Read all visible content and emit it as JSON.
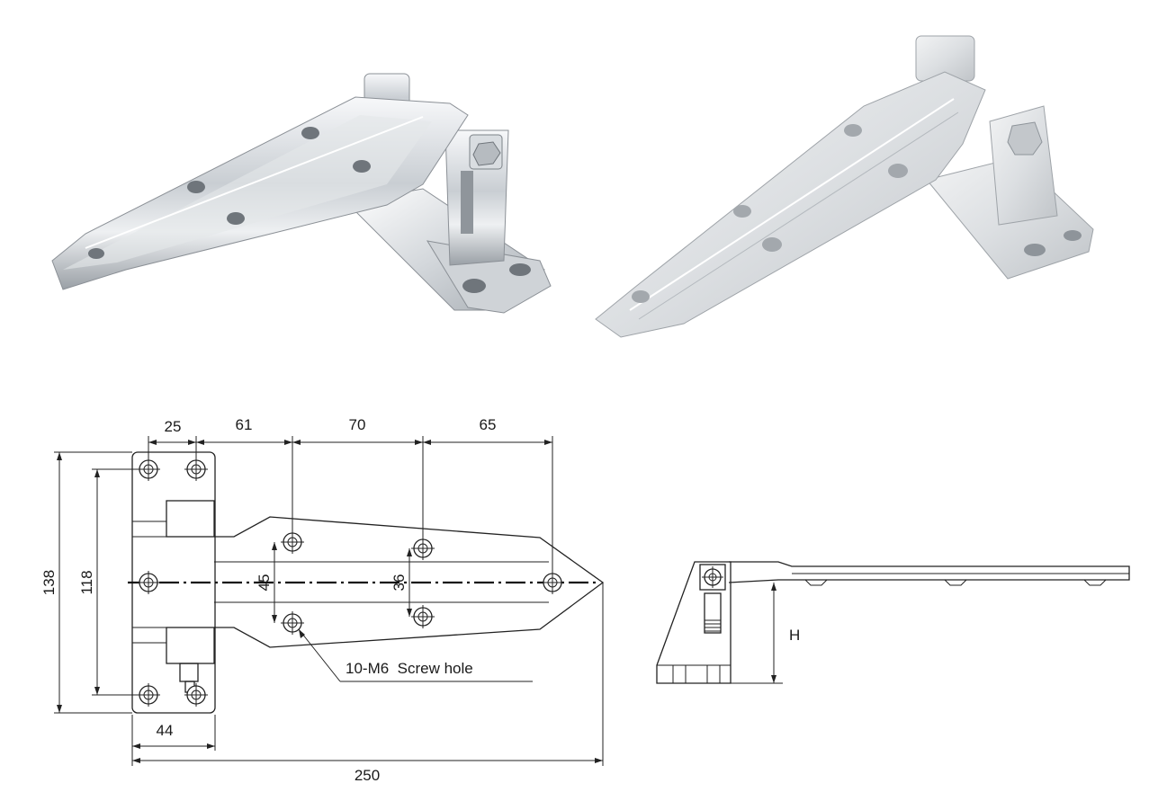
{
  "photos": {
    "left_photo": {
      "icon": "hinge-photo-chrome"
    },
    "right_photo": {
      "icon": "hinge-photo-satin"
    }
  },
  "front_view": {
    "dim_top": [
      "25",
      "61",
      "70",
      "65"
    ],
    "dim_overall_height": "138",
    "dim_hole_span": "118",
    "dim_inner_45": "45",
    "dim_inner_36": "36",
    "dim_bottom_44": "44",
    "dim_length": "250",
    "callout": "10-M6  Screw hole"
  },
  "side_view": {
    "label_h": "H"
  },
  "colors": {
    "line": "#222222",
    "metal_light": "#e9ecef",
    "metal_dark": "#8e949a"
  }
}
